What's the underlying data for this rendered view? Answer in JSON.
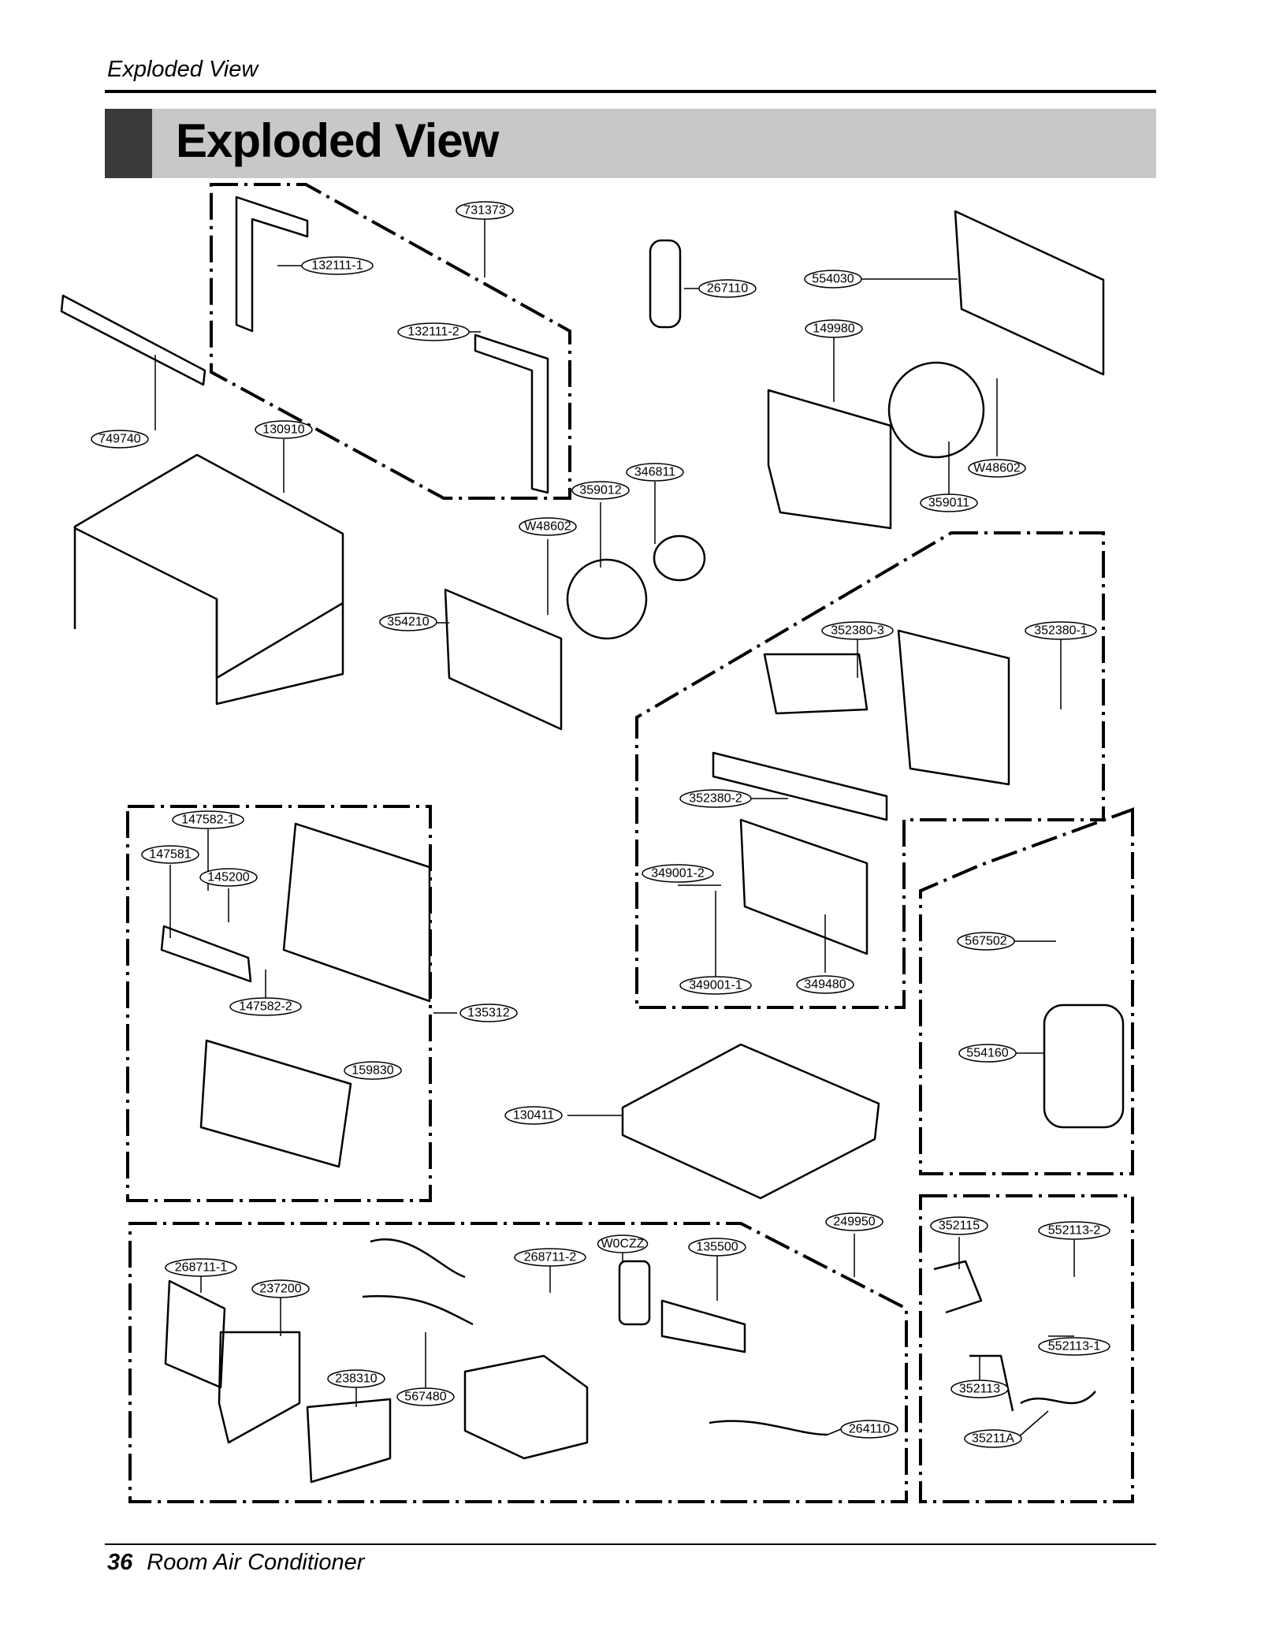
{
  "page": {
    "running_head": "Exploded View",
    "title": "Exploded View",
    "footer_page": "36",
    "footer_text": "Room Air Conditioner"
  },
  "parts": [
    "731373",
    "132111-1",
    "132111-2",
    "749740",
    "130910",
    "267110",
    "554030",
    "149980",
    "W48602",
    "359011",
    "346811",
    "359012",
    "W48602",
    "354210",
    "352380-3",
    "352380-1",
    "352380-2",
    "349001-2",
    "349001-1",
    "349480",
    "147582-1",
    "147581",
    "145200",
    "147582-2",
    "135312",
    "159830",
    "130411",
    "567502",
    "554160",
    "249950",
    "352115",
    "552113-2",
    "552113-1",
    "352113",
    "35211A",
    "268711-1",
    "237200",
    "268711-2",
    "W0CZZ",
    "135500",
    "238310",
    "567480",
    "264110"
  ],
  "colors": {
    "banner": "#c8c8c8",
    "banner_tab": "#3a3a3a",
    "line": "#000000"
  }
}
